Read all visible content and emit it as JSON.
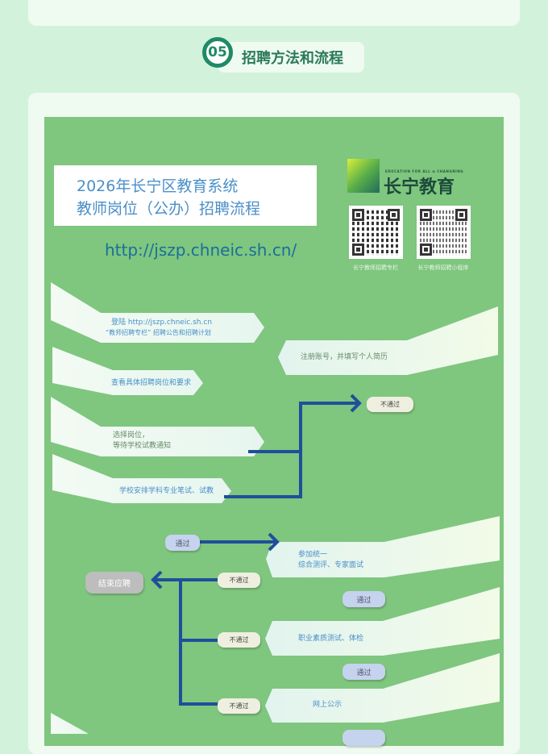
{
  "section": {
    "number": "05",
    "title": "招聘方法和流程"
  },
  "poster": {
    "title_line1": "2026年长宁区教育系统",
    "title_line2": "教师岗位（公办）招聘流程",
    "url": "http://jszp.chneic.sh.cn/",
    "logo": {
      "tagline": "EDUCATION FOR ALL ⊠ CHANGNING",
      "name": "长宁教育"
    },
    "qr_captions": [
      "长宁教师招聘专栏",
      "长宁教师招聘小程序"
    ]
  },
  "steps": {
    "login_line1": "登陆  http://jszp.chneic.sh.cn",
    "login_line2": "“教师招聘专栏”  招聘公告和招聘计划",
    "register": "注册账号，并填写个人简历",
    "view": "查看具体招聘岗位和要求",
    "select_line1": "选择岗位，",
    "select_line2": "等待学校试教通知",
    "school_test": "学校安排学科专业笔试、试教",
    "unified_line1": "参加统一",
    "unified_line2": "综合测评、专家面试",
    "physical": "职业素质测试、体检",
    "publicity": "网上公示",
    "end": "结束应聘"
  },
  "labels": {
    "pass": "通过",
    "fail": "不通过"
  },
  "colors": {
    "page_bg": "#d2f2dc",
    "card": "#effaf1",
    "flow_bg": "#7fc67f",
    "arrow": "#1f4f9a",
    "accent": "#1f8a66"
  }
}
